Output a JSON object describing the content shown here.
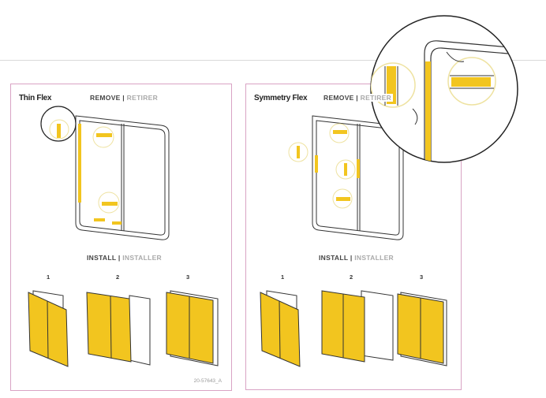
{
  "panels": [
    {
      "brand": "Thin Flex",
      "remove": "REMOVE",
      "remove_alt": "RETIRER",
      "install": "INSTALL",
      "install_alt": "INSTALLER",
      "steps": [
        "1",
        "2",
        "3"
      ],
      "code": "20-57643_A"
    },
    {
      "brand": "Symmetry Flex",
      "remove": "REMOVE",
      "remove_alt": "RETIRER",
      "install": "INSTALL",
      "install_alt": "INSTALLER",
      "steps": [
        "1",
        "2",
        "3"
      ]
    }
  ],
  "colors": {
    "accent": "#f2c51f",
    "border": "#d9a3c4"
  }
}
